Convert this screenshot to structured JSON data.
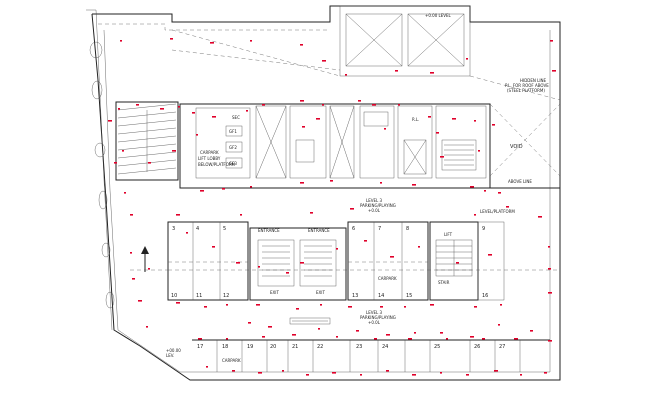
{
  "colors": {
    "linework": "#222222",
    "markers": "#e0002a",
    "background": "#ffffff"
  },
  "notes": {
    "hidden_line_1": "HIDDEN LINE",
    "hidden_line_2": "P.L. FOR ROOF ABOVE",
    "hidden_line_3": "(STEEL PLATFORM)",
    "above_line": "ABOVE LINE",
    "void": "VOID",
    "lift_lobby_1": "LIFT LOBBY",
    "lift_lobby_2": "BELOW/PLATFORM",
    "level3_top_1": "LEVEL 3",
    "level3_top_2": "PARKING/PLAYING",
    "level3_top_3": "+0.0L",
    "level3_bot_1": "LEVEL 3",
    "level3_bot_2": "PARKING/PLAYING",
    "level3_bot_3": "+0.0L",
    "level_marker_1": "+00.00",
    "level_marker_2": "LEV.",
    "top_marker": "+0.00 LEVEL",
    "right_marker": "LEVEL/PLATFORM",
    "carpark_left": "CARPARK",
    "carpark_centre": "CARPARK",
    "carpark_bottom": "CARPARK",
    "entrance_1": "ENTRANCE",
    "entrance_2": "ENTRANCE",
    "exit_1": "EXIT",
    "exit_2": "EXIT",
    "stair": "STAIR",
    "lift": "LIFT",
    "gf1": "GF1",
    "gf2": "GF2",
    "gf3": "GF3",
    "sec": "SEC",
    "rl": "R.L."
  },
  "stalls_upper": [
    "3",
    "4",
    "5",
    "6",
    "7",
    "8",
    "9"
  ],
  "stalls_middle": [
    "10",
    "11",
    "12",
    "13",
    "14",
    "15",
    "16"
  ],
  "stalls_bottom": [
    "17",
    "18",
    "19",
    "20",
    "21",
    "22",
    "23",
    "24",
    "25",
    "26",
    "27"
  ]
}
